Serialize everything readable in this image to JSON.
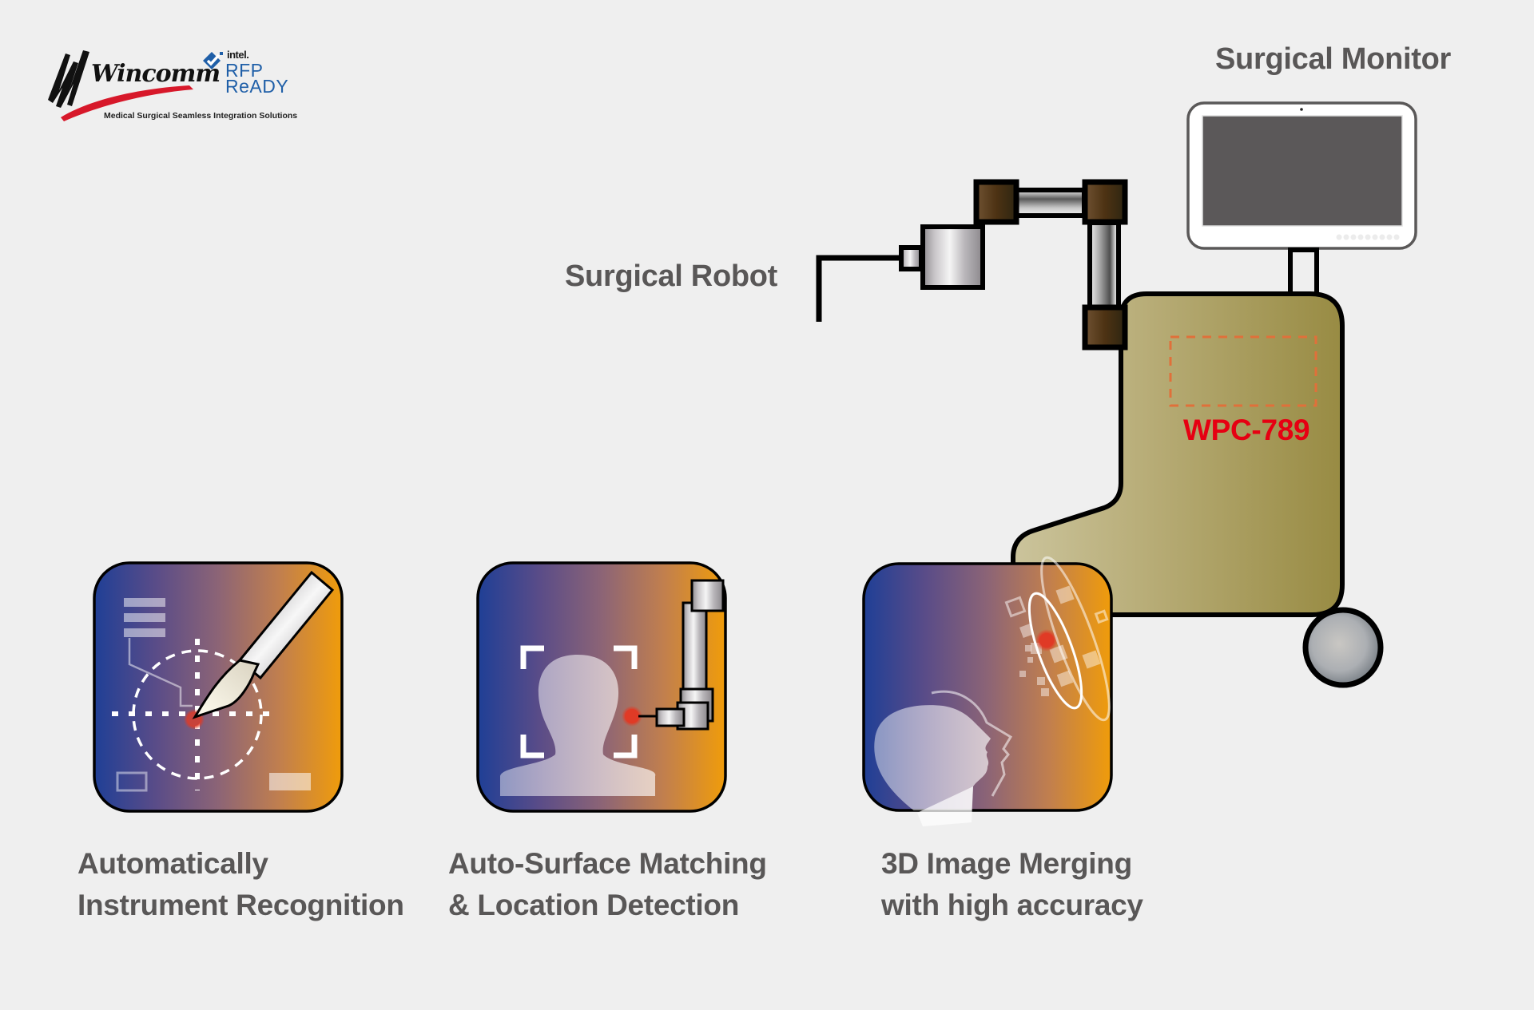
{
  "brand": {
    "logo_text": "Wincomm",
    "partner_badge_line1": "intel.",
    "partner_badge_line2": "RFP",
    "partner_badge_line3": "ReADY",
    "tagline": "Medical Surgical Seamless Integration Solutions"
  },
  "diagram": {
    "monitor_label": "Surgical Monitor",
    "robot_label": "Surgical Robot",
    "computer_model": "WPC-789"
  },
  "features": [
    {
      "icon": "instrument-recognition-icon",
      "line1": "Automatically",
      "line2": "Instrument Recognition"
    },
    {
      "icon": "surface-matching-icon",
      "line1": "Auto-Surface Matching",
      "line2": "& Location Detection"
    },
    {
      "icon": "3d-image-merging-icon",
      "line1": "3D Image Merging",
      "line2": "with high accuracy"
    }
  ],
  "colors": {
    "background": "#efefef",
    "label_gray": "#595757",
    "model_red": "#e60012",
    "tile_gradient_start": "#1f3f96",
    "tile_gradient_end": "#f09c0a",
    "cart_light": "#c8bf94",
    "cart_dark": "#998c45",
    "joint_brown": "#55381a",
    "intel_blue": "#1f5fa8"
  }
}
